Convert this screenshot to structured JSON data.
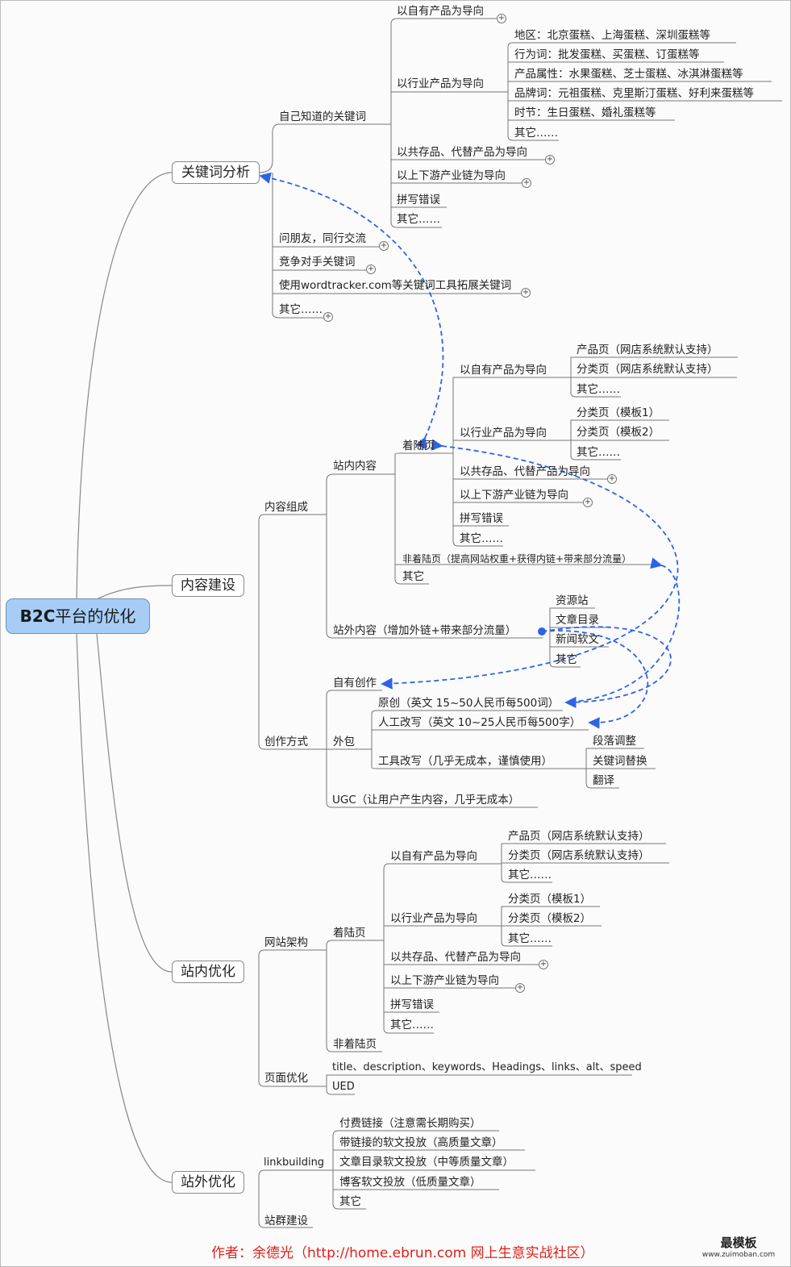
{
  "root": {
    "prefix": "B2C",
    "suffix": "平台的优化"
  },
  "keyword": {
    "title": "关键词分析",
    "known": "自己知道的关键词",
    "own": "以自有产品为导向",
    "industry": "以行业产品为导向",
    "ind_items": [
      "地区：北京蛋糕、上海蛋糕、深圳蛋糕等",
      "行为词：批发蛋糕、买蛋糕、订蛋糕等",
      "产品属性：水果蛋糕、芝士蛋糕、冰淇淋蛋糕等",
      "品牌词：元祖蛋糕、克里斯汀蛋糕、好利来蛋糕等",
      "时节：生日蛋糕、婚礼蛋糕等",
      "其它……"
    ],
    "substitute": "以共存品、代替产品为导向",
    "chain": "以上下游产业链为导向",
    "typo": "拼写错误",
    "other1": "其它……",
    "friends": "问朋友，同行交流",
    "competitor": "竞争对手关键词",
    "tools": "使用wordtracker.com等关键词工具拓展关键词",
    "other2": "其它……"
  },
  "content": {
    "title": "内容建设",
    "composition": "内容组成",
    "onsite": "站内内容",
    "landing": "着陆页",
    "own": "以自有产品为导向",
    "own_items": [
      "产品页（网店系统默认支持）",
      "分类页（网店系统默认支持）",
      "其它……"
    ],
    "industry": "以行业产品为导向",
    "ind_items": [
      "分类页（模板1）",
      "分类页（模板2）",
      "其它……"
    ],
    "substitute": "以共存品、代替产品为导向",
    "chain": "以上下游产业链为导向",
    "typo": "拼写错误",
    "other1": "其它……",
    "nonlanding": "非着陆页（提高网站权重+获得内链+带来部分流量）",
    "other2": "其它",
    "offsite": "站外内容（增加外链+带来部分流量）",
    "off_items": [
      "资源站",
      "文章目录",
      "新闻软文",
      "其它"
    ],
    "creation": "创作方式",
    "self": "自有创作",
    "outsource": "外包",
    "original": "原创（英文 15~50人民币每500词）",
    "manual": "人工改写（英文 10~25人民币每500字）",
    "tool": "工具改写（几乎无成本，谨慎使用）",
    "tool_items": [
      "段落调整",
      "关键词替换",
      "翻译"
    ],
    "ugc": "UGC（让用户产生内容，几乎无成本）"
  },
  "onsite": {
    "title": "站内优化",
    "arch": "网站架构",
    "landing": "着陆页",
    "own": "以自有产品为导向",
    "own_items": [
      "产品页（网店系统默认支持）",
      "分类页（网店系统默认支持）",
      "其它……"
    ],
    "industry": "以行业产品为导向",
    "ind_items": [
      "分类页（模板1）",
      "分类页（模板2）",
      "其它……"
    ],
    "substitute": "以共存品、代替产品为导向",
    "chain": "以上下游产业链为导向",
    "typo": "拼写错误",
    "other": "其它……",
    "nonlanding": "非着陆页",
    "page": "页面优化",
    "page_items": [
      "title、description、keywords、Headings、links、alt、speed",
      "UED"
    ]
  },
  "offsite": {
    "title": "站外优化",
    "lb": "linkbuilding",
    "lb_items": [
      "付费链接（注意需长期购买）",
      "带链接的软文投放（高质量文章）",
      "文章目录软文投放（中等质量文章）",
      "博客软文投放（低质量文章）",
      "其它"
    ],
    "group": "站群建设"
  },
  "footer": "作者：余德光（http://home.ebrun.com 网上生意实战社区）",
  "brand": {
    "name": "最模板",
    "url": "www.zuimoban.com"
  },
  "colors": {
    "root": "#a7cdf7",
    "arrow": "#2f63e6",
    "footer": "#e0201a"
  }
}
